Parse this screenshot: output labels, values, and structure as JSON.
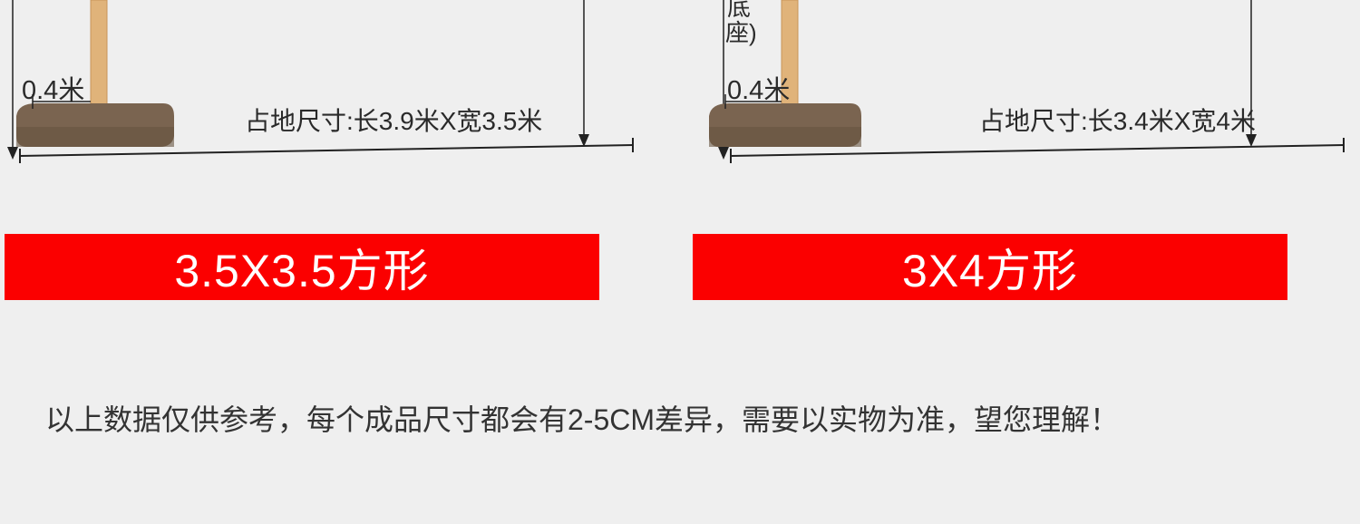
{
  "panels": [
    {
      "base_offset_label": "0.4米",
      "footprint_label": "占地尺寸:长3.9米X宽3.5米",
      "banner_label": "3.5X3.5方形"
    },
    {
      "base_offset_label": "0.4米",
      "footprint_label": "占地尺寸:长3.4米X宽4米",
      "banner_label": "3X4方形",
      "vertical_label": "底座)"
    }
  ],
  "note": "以上数据仅供参考，每个成品尺寸都会有2-5CM差异，需要以实物为准，望您理解！",
  "colors": {
    "background": "#efefef",
    "banner": "#fb0000",
    "pole": "#e0b37a",
    "base": "#7a6450"
  }
}
